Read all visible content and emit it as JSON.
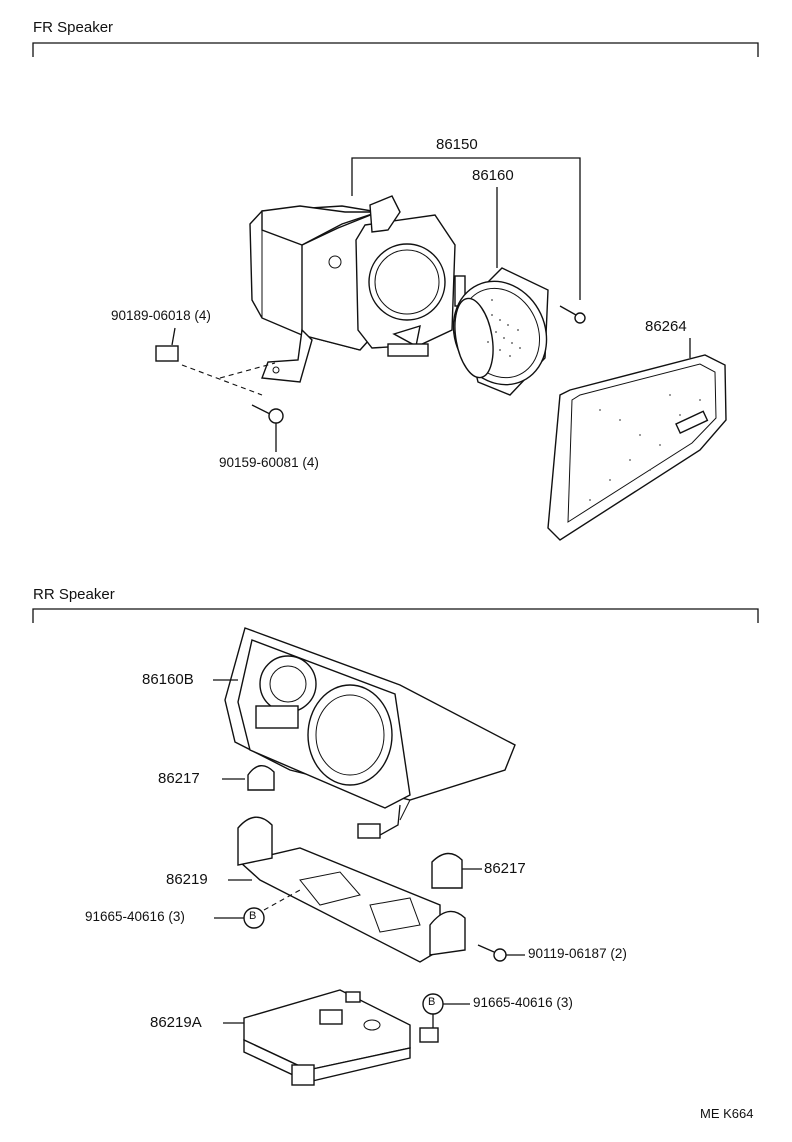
{
  "sections": {
    "front": {
      "title": "FR Speaker"
    },
    "rear": {
      "title": "RR Speaker"
    }
  },
  "front_parts": {
    "p86150": "86150",
    "p86160": "86160",
    "p86264": "86264",
    "p90189": "90189-06018 (4)",
    "p90159": "90159-60081 (4)"
  },
  "rear_parts": {
    "p86160B": "86160B",
    "p86217a": "86217",
    "p86217b": "86217",
    "p86219": "86219",
    "p91665a": "91665-40616 (3)",
    "p90119": "90119-06187 (2)",
    "p91665b": "91665-40616 (3)",
    "p86219A": "86219A"
  },
  "callout_letter": "B",
  "figure_code": "ME K664"
}
